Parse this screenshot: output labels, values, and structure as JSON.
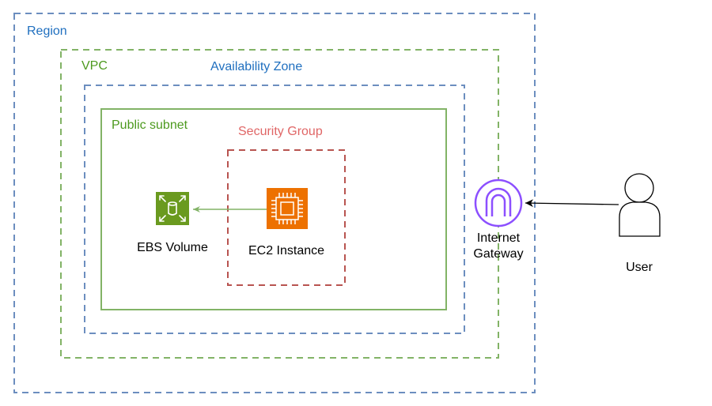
{
  "diagram": {
    "region": {
      "label": "Region"
    },
    "vpc": {
      "label": "VPC"
    },
    "availability_zone": {
      "label": "Availability Zone"
    },
    "public_subnet": {
      "label": "Public subnet"
    },
    "security_group": {
      "label": "Security Group"
    },
    "ebs_volume": {
      "label": "EBS Volume",
      "icon": "ebs-volume-icon"
    },
    "ec2_instance": {
      "label": "EC2 Instance",
      "icon": "ec2-instance-icon"
    },
    "internet_gateway": {
      "label_line1": "Internet",
      "label_line2": "Gateway",
      "icon": "internet-gateway-icon"
    },
    "user": {
      "label": "User",
      "icon": "user-icon"
    }
  },
  "colors": {
    "region_border": "#6c8ebf",
    "region_text": "#1f6fbf",
    "vpc_border": "#82b366",
    "vpc_text": "#4d9a1f",
    "az_border": "#6c8ebf",
    "az_text": "#1f6fbf",
    "subnet_border": "#82b366",
    "subnet_text": "#4d9a1f",
    "sg_border": "#b85450",
    "sg_text": "#e06666",
    "ebs_fill": "#6a9a1f",
    "ec2_fill": "#ed7100",
    "igw_stroke": "#8c4fff",
    "text_dark": "#000000"
  }
}
